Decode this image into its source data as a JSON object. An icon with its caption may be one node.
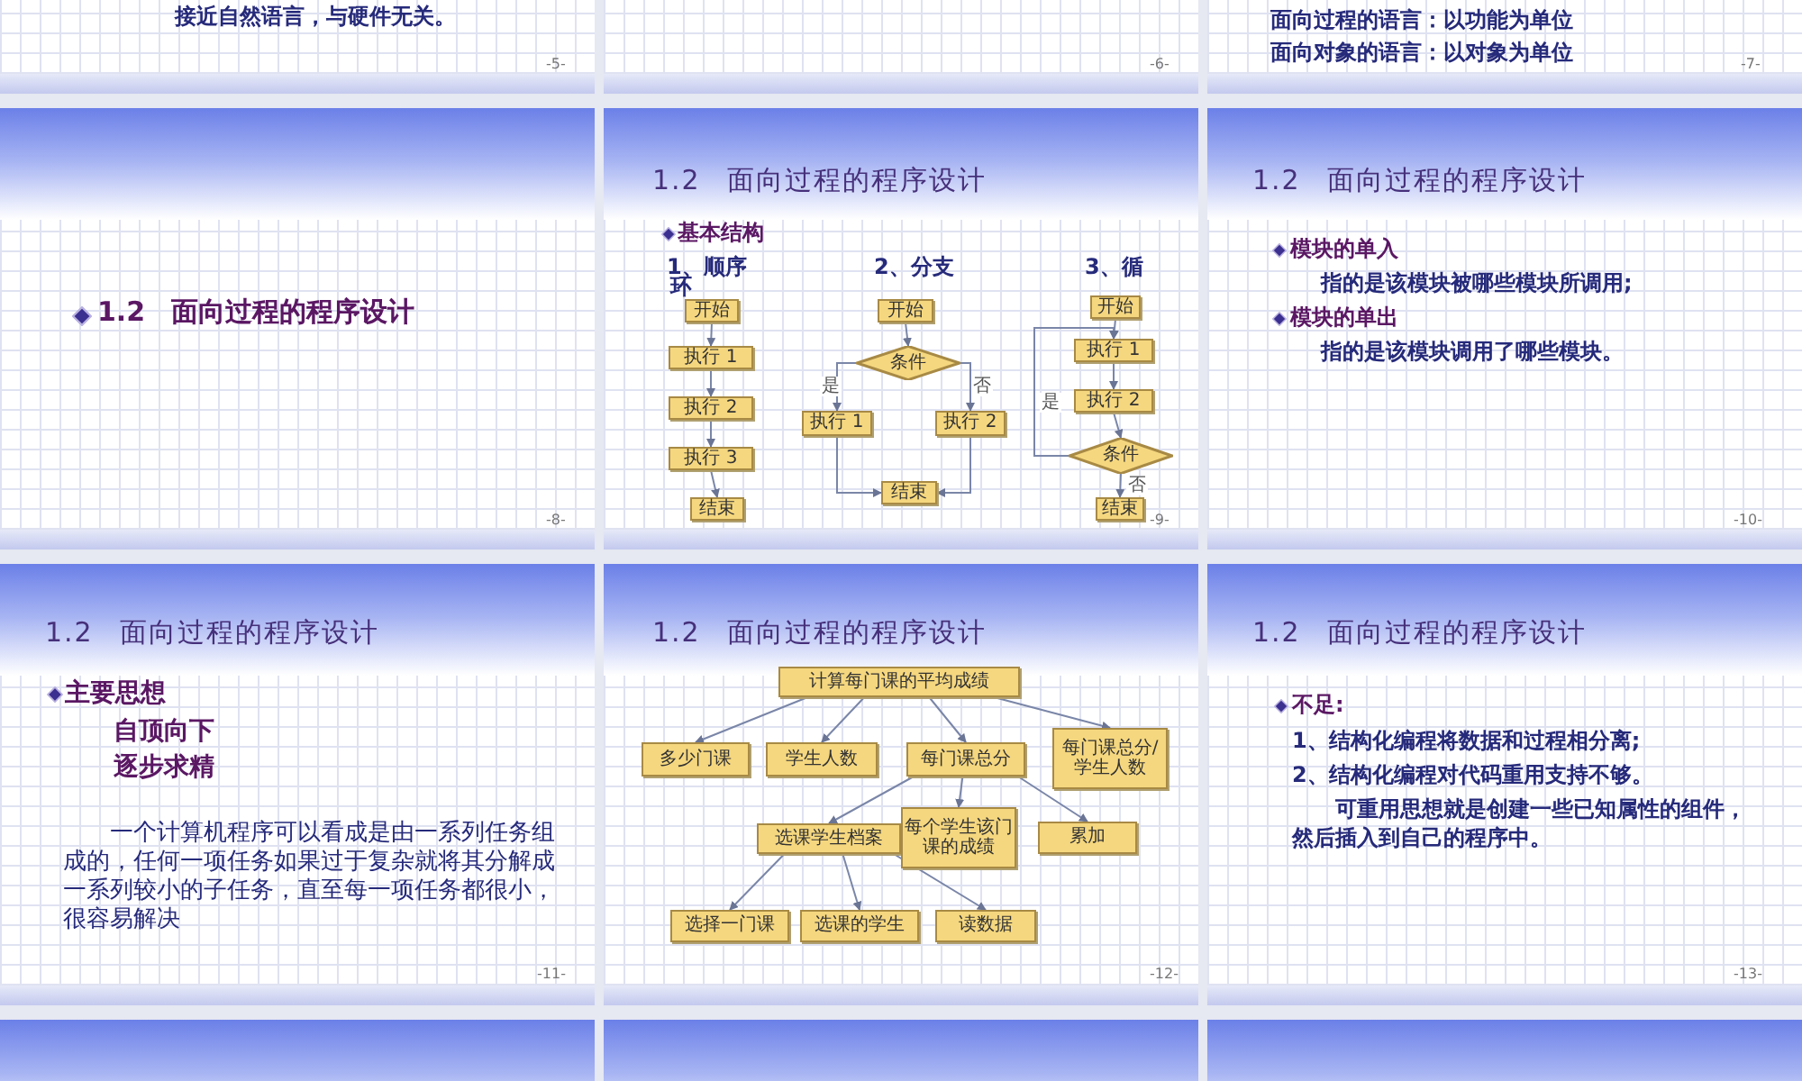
{
  "diagram": {
    "nodes": [
      {
        "text": [
          "开始"
        ]
      },
      {
        "text": [
          "执行 1"
        ]
      },
      {
        "text": [
          "执行 2"
        ]
      },
      {
        "text": [
          "执行 3"
        ]
      },
      {
        "text": [
          "结束"
        ]
      },
      {
        "text": [
          "开始"
        ]
      },
      {
        "text": [
          "条件"
        ]
      },
      {
        "text": [
          "执行 1"
        ]
      },
      {
        "text": [
          "执行 2"
        ]
      },
      {
        "text": [
          "结束"
        ]
      },
      {
        "text": [
          "开始"
        ]
      },
      {
        "text": [
          "执行 1"
        ]
      },
      {
        "text": [
          "执行 2"
        ]
      },
      {
        "text": [
          "条件"
        ]
      },
      {
        "text": [
          "结束"
        ]
      },
      {
        "text": [
          "计算每门课的平均成绩"
        ]
      },
      {
        "text": [
          "多少门课"
        ]
      },
      {
        "text": [
          "学生人数"
        ]
      },
      {
        "text": [
          "每门课总分"
        ]
      },
      {
        "text": [
          "每门课总分/学生人数"
        ]
      },
      {
        "text": [
          "选课学生档案"
        ]
      },
      {
        "text": [
          "每个学生该门课的成绩"
        ]
      },
      {
        "text": [
          "累加"
        ]
      },
      {
        "text": [
          "选择一门课"
        ]
      },
      {
        "text": [
          "选课的学生"
        ]
      },
      {
        "text": [
          "读数据"
        ]
      }
    ],
    "edges": [
      {
        "from": 0,
        "to": 1,
        "arrow": "to"
      },
      {
        "from": 1,
        "to": 2,
        "arrow": "to"
      },
      {
        "from": 2,
        "to": 3,
        "arrow": "to"
      },
      {
        "from": 3,
        "to": 4,
        "arrow": "to"
      },
      {
        "from": 5,
        "to": 6,
        "arrow": "to"
      },
      {
        "from": 6,
        "to": 7,
        "arrow": "to",
        "label": "是"
      },
      {
        "from": 6,
        "to": 8,
        "arrow": "to",
        "label": "否"
      },
      {
        "from": 7,
        "to": 9,
        "arrow": "to"
      },
      {
        "from": 8,
        "to": 9,
        "arrow": "to"
      },
      {
        "from": 10,
        "to": 11,
        "arrow": "to"
      },
      {
        "from": 11,
        "to": 12,
        "arrow": "to"
      },
      {
        "from": 12,
        "to": 13,
        "arrow": "to"
      },
      {
        "from": 13,
        "to": 11,
        "arrow": "to",
        "label": "是"
      },
      {
        "from": 13,
        "to": 14,
        "arrow": "to",
        "label": "否"
      },
      {
        "from": 15,
        "to": 16,
        "arrow": "to"
      },
      {
        "from": 15,
        "to": 17,
        "arrow": "to"
      },
      {
        "from": 15,
        "to": 18,
        "arrow": "to"
      },
      {
        "from": 15,
        "to": 19,
        "arrow": "to"
      },
      {
        "from": 18,
        "to": 20,
        "arrow": "to"
      },
      {
        "from": 18,
        "to": 21,
        "arrow": "to"
      },
      {
        "from": 18,
        "to": 22,
        "arrow": "to"
      },
      {
        "from": 20,
        "to": 23,
        "arrow": "to"
      },
      {
        "from": 20,
        "to": 24,
        "arrow": "to"
      },
      {
        "from": 20,
        "to": 25,
        "arrow": "to"
      }
    ],
    "labels": [
      "接近自然语言，与硬件无关。",
      "-5-",
      "-6-",
      "面向过程的语言：以功能为单位",
      "面向对象的语言：以对象为单位",
      "-7-",
      "1.2 面向过程的程序设计",
      "-8-",
      "1.2 面向过程的程序设计",
      "基本结构",
      "1、顺序",
      "2、分支",
      "3、循",
      "环",
      "-9-",
      "1.2 面向过程的程序设计",
      "模块的单入",
      "指的是该模块被哪些模块所调用;",
      "模块的单出",
      "指的是该模块调用了哪些模块。",
      "-10-",
      "1.2 面向过程的程序设计",
      "主要思想",
      "自顶向下",
      "逐步求精",
      "一个计算机程序可以看成是由一系列任务组成的，任何一项任务如果过于复杂就将其分解成一系列较小的子任务，直至每一项任务都很小，很容易解决",
      "-11-",
      "1.2 面向过程的程序设计",
      "-12-",
      "1.2 面向过程的程序设计",
      "不足:",
      "1、结构化编程将数据和过程相分离;",
      "2、结构化编程对代码重用支持不够。",
      "可重用思想就是创建一些已知属性的组件，然后插入到自己的程序中。",
      "-13-"
    ]
  }
}
